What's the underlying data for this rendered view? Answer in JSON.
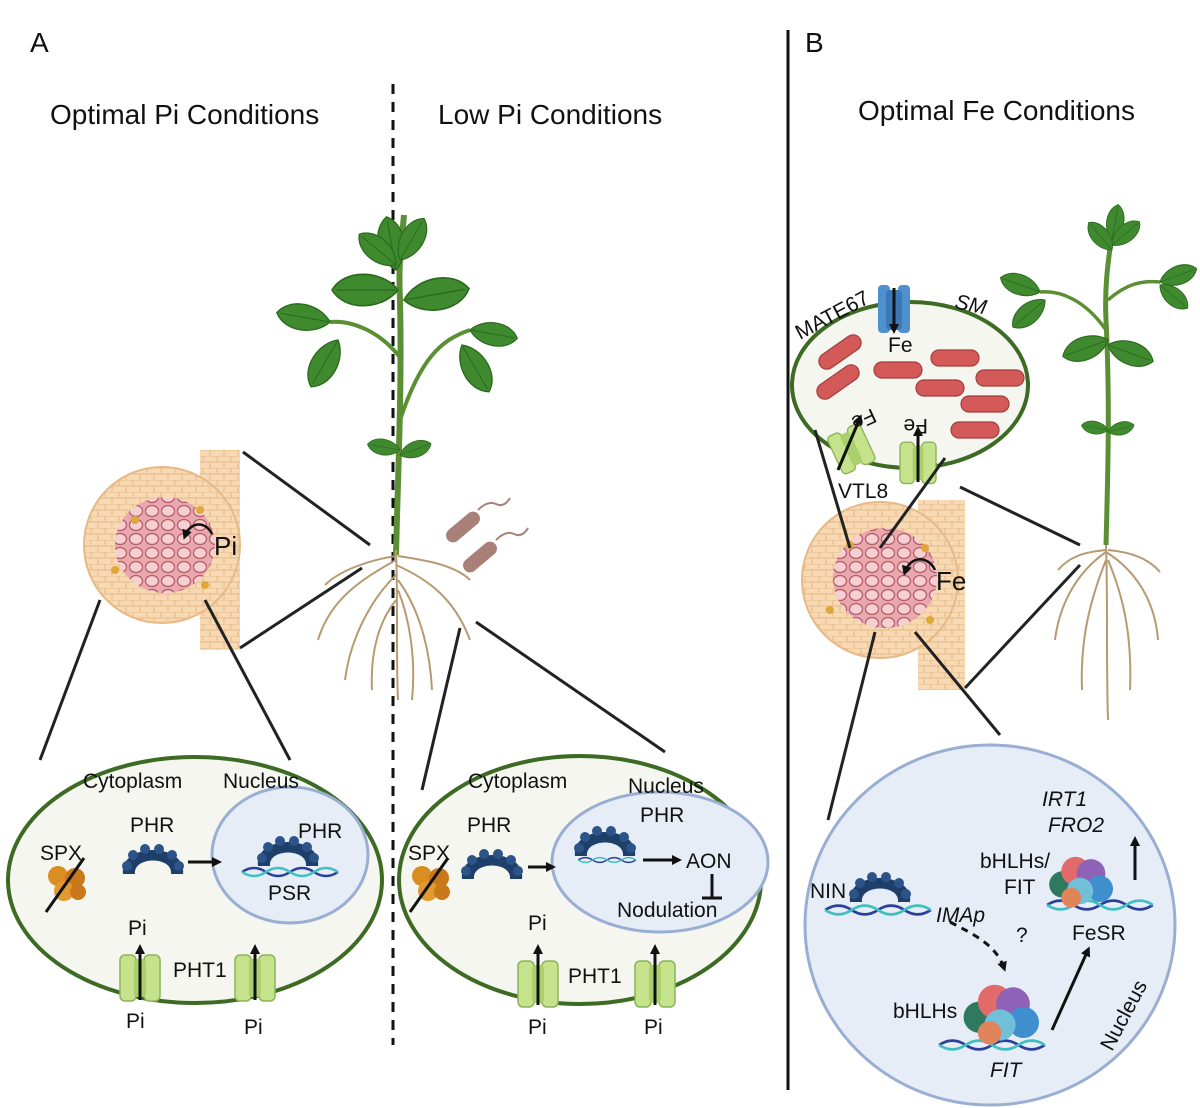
{
  "panel_a": {
    "letter": "A",
    "optimal": {
      "title": "Optimal Pi Conditions",
      "nodule_pi": "Pi",
      "cytoplasm": "Cytoplasm",
      "nucleus": "Nucleus",
      "spx": "SPX",
      "phr_cyto": "PHR",
      "phr_nuc": "PHR",
      "psr": "PSR",
      "pi_top": "Pi",
      "pht1": "PHT1",
      "pi_bottom_left": "Pi",
      "pi_bottom_right": "Pi"
    },
    "low": {
      "title": "Low Pi Conditions",
      "cytoplasm": "Cytoplasm",
      "nucleus": "Nucleus",
      "spx": "SPX",
      "phr_cyto": "PHR",
      "phr_nuc": "PHR",
      "aon": "AON",
      "nodulation": "Nodulation",
      "pi_top": "Pi",
      "pht1": "PHT1",
      "pi_bottom_left": "Pi",
      "pi_bottom_right": "Pi"
    }
  },
  "panel_b": {
    "letter": "B",
    "title": "Optimal Fe Conditions",
    "symbiosome": {
      "mate67": "MATE67",
      "sm": "SM",
      "fe_top": "Fe",
      "fe_left": "Fe",
      "fe_right": "Fe",
      "vtl8": "VTL8"
    },
    "nodule_fe": "Fe",
    "nucleus": {
      "irt1": "IRT1",
      "fro2": "FRO2",
      "bhlhs_fit_line1": "bHLHs/",
      "bhlhs_fit_line2": "FIT",
      "nin": "NIN",
      "imap": "IMAp",
      "question": "?",
      "fesr": "FeSR",
      "bhlhs": "bHLHs",
      "fit": "FIT",
      "nucleus_label": "Nucleus"
    }
  },
  "colors": {
    "leaf": "#3f8a2e",
    "leaf_dark": "#2b6a1e",
    "stem": "#5a8f34",
    "root": "#b79a72",
    "cell_border": "#3e6b24",
    "cell_fill": "#f4f6ef",
    "nucleus_fill": "#e6edf7",
    "nucleus_border": "#9aaed3",
    "phr": "#1f3f6b",
    "spx": "#d98e22",
    "pht1": "#c5e38d",
    "bacteroid": "#d45a5a",
    "mate": "#4f90cf",
    "nodule": "#f2c7a0",
    "nodule_core": "#d8858f",
    "dna": "#2a3f9a",
    "dna2": "#3fbfbf"
  },
  "icons": [
    "soybean-plant-icon",
    "nodule-icon",
    "bacteria-icon",
    "phr-protein-icon",
    "spx-protein-icon",
    "pht1-transporter-icon",
    "dna-icon",
    "mate67-transporter-icon",
    "vtl8-transporter-icon",
    "bacteroid-icon",
    "protein-complex-icon"
  ]
}
